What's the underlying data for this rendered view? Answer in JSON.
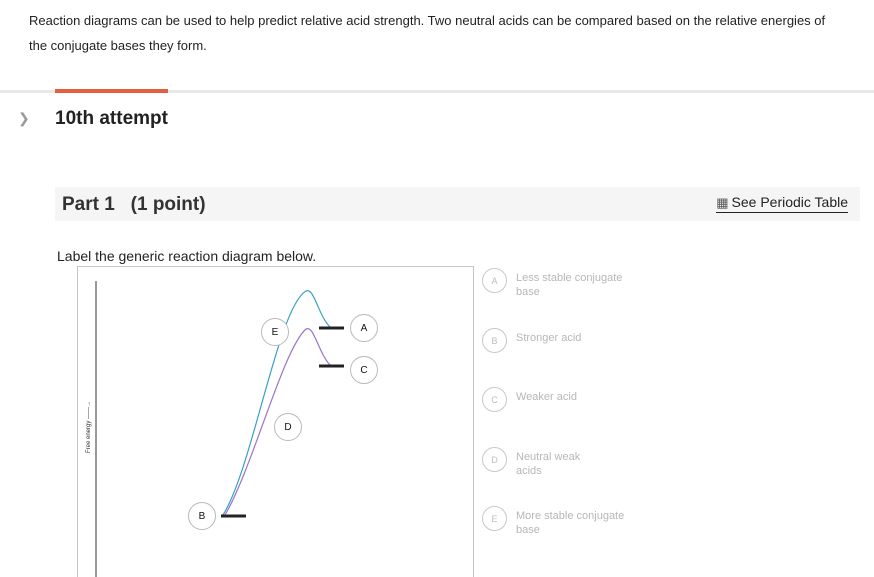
{
  "intro": {
    "line1": "Reaction diagrams can be used to help predict relative acid strength. Two neutral acids can be compared based on the relative energies of",
    "line2": "the conjugate bases they form."
  },
  "attempt": {
    "label": "10th attempt"
  },
  "part": {
    "title": "Part 1   (1 point)",
    "periodic_link": "See Periodic Table"
  },
  "question": {
    "instruction": "Label the generic reaction diagram below."
  },
  "diagram": {
    "yaxis_label": "Free energy ——→",
    "drop_labels": {
      "a": "A",
      "b": "B",
      "c": "C",
      "d": "D",
      "e": "E"
    },
    "curve_colors": {
      "upper": "#3a9fc4",
      "lower": "#9a74c8",
      "levels": "#222222"
    }
  },
  "choices": [
    {
      "letter": "A",
      "text": "Less stable conjugate base"
    },
    {
      "letter": "B",
      "text": "Stronger acid"
    },
    {
      "letter": "C",
      "text": "Weaker acid"
    },
    {
      "letter": "D",
      "text": "Neutral weak acids"
    },
    {
      "letter": "E",
      "text": "More stable conjugate base"
    }
  ]
}
